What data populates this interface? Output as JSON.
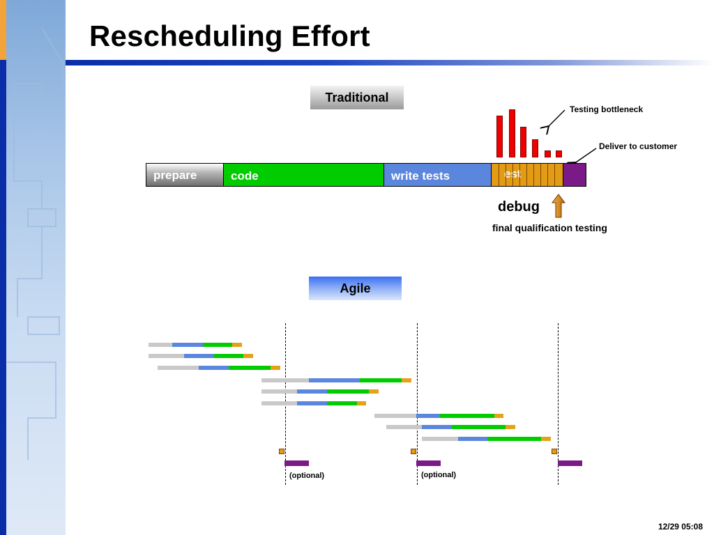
{
  "slide": {
    "title": "Rescheduling Effort",
    "date": "12/29 05:08"
  },
  "traditional": {
    "label": "Traditional",
    "phases": {
      "prepare": "prepare",
      "code": "code",
      "write_tests": "write tests",
      "test": "est"
    },
    "annotations": {
      "bottleneck": "Testing bottleneck",
      "deliver": "Deliver to customer",
      "debug": "debug",
      "final_qualification": "final qualification testing"
    },
    "colors": {
      "code": "#00cc00",
      "write_tests": "#5b86de",
      "test": "#e39a14",
      "deliver": "#7a1a86",
      "bottleneck_bars": "#ee0000"
    }
  },
  "agile": {
    "label": "Agile",
    "optional_labels": [
      "(optional)",
      "(optional)"
    ]
  }
}
